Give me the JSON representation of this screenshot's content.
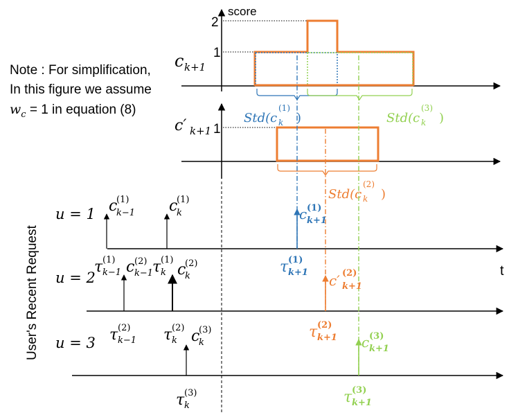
{
  "note": {
    "line1": "Note : For simplification,",
    "line2": "In this figure we assume",
    "eq_lhs": "w",
    "eq_sub": "c",
    "eq_rest": " = 1 in equation (8)"
  },
  "axis": {
    "score_label": "score",
    "t_label": "t",
    "y_tick_2": "2",
    "y_tick_1": "1",
    "y_tick_1b": "1"
  },
  "upper": {
    "c_main": "c",
    "c_sub": "k+1",
    "c_prime_main": "c′",
    "c_prime_sub": "k+1"
  },
  "std_labels": {
    "std1": {
      "text": "Std(c",
      "sub": "k",
      "sup": "(1)",
      "close": ")"
    },
    "std2": {
      "text": "Std(c",
      "sub": "k",
      "sup": "(2)",
      "close": ")"
    },
    "std3": {
      "text": "Std(c",
      "sub": "k",
      "sup": "(3)",
      "close": ")"
    }
  },
  "y_axis_title": "User's Recent Request",
  "users": [
    {
      "label": "u = 1"
    },
    {
      "label": "u = 2"
    },
    {
      "label": "u = 3"
    }
  ],
  "events": {
    "c_km1_1": {
      "main": "c",
      "sub": "k−1",
      "sup": "(1)"
    },
    "c_k_1": {
      "main": "c",
      "sub": "k",
      "sup": "(1)"
    },
    "tau_km1_1": {
      "main": "τ",
      "sub": "k−1",
      "sup": "(1)"
    },
    "tau_k_1": {
      "main": "τ",
      "sub": "k",
      "sup": "(1)"
    },
    "c_km1_2": {
      "main": "c",
      "sub": "k−1",
      "sup": "(2)"
    },
    "c_k_2": {
      "main": "c",
      "sub": "k",
      "sup": "(2)"
    },
    "tau_km1_2": {
      "main": "τ",
      "sub": "k−1",
      "sup": "(2)"
    },
    "tau_k_2": {
      "main": "τ",
      "sub": "k",
      "sup": "(2)"
    },
    "c_k_3": {
      "main": "c",
      "sub": "k",
      "sup": "(3)"
    },
    "tau_k_3": {
      "main": "τ",
      "sub": "k",
      "sup": "(3)"
    },
    "c_kp1_1": {
      "main": "c",
      "sub": "k+1",
      "sup": "(1)"
    },
    "tau_kp1_1": {
      "main": "τ",
      "sub": "k+1",
      "sup": "(1)"
    },
    "cprime_kp1_2": {
      "main": "c′",
      "sub": "k+1",
      "sup": "(2)"
    },
    "tau_kp1_2": {
      "main": "τ",
      "sub": "k+1",
      "sup": "(2)"
    },
    "c_kp1_3": {
      "main": "c",
      "sub": "k+1",
      "sup": "(3)"
    },
    "tau_kp1_3": {
      "main": "τ",
      "sub": "k+1",
      "sup": "(3)"
    }
  },
  "colors": {
    "orange": "#ED7D31",
    "blue": "#2E75B6",
    "green": "#92D050",
    "black": "#000000",
    "gray": "#7F7F7F"
  }
}
